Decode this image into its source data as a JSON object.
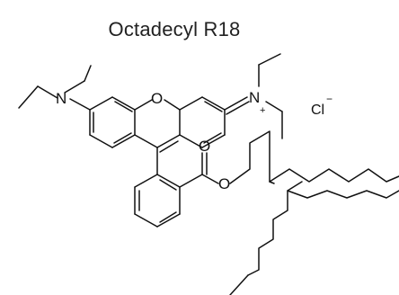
{
  "title": "Octadecyl R18",
  "atoms": {
    "nitrogen_left": "N",
    "oxygen_ring": "O",
    "nitrogen_right": "N",
    "plus_charge": "+",
    "ester_carbonyl_o": "O",
    "ester_bridge_o": "O",
    "counterion": "Cl",
    "counterion_charge": "−"
  },
  "colors": {
    "bond": "#111111",
    "text": "#111111",
    "background": "#ffffff"
  }
}
